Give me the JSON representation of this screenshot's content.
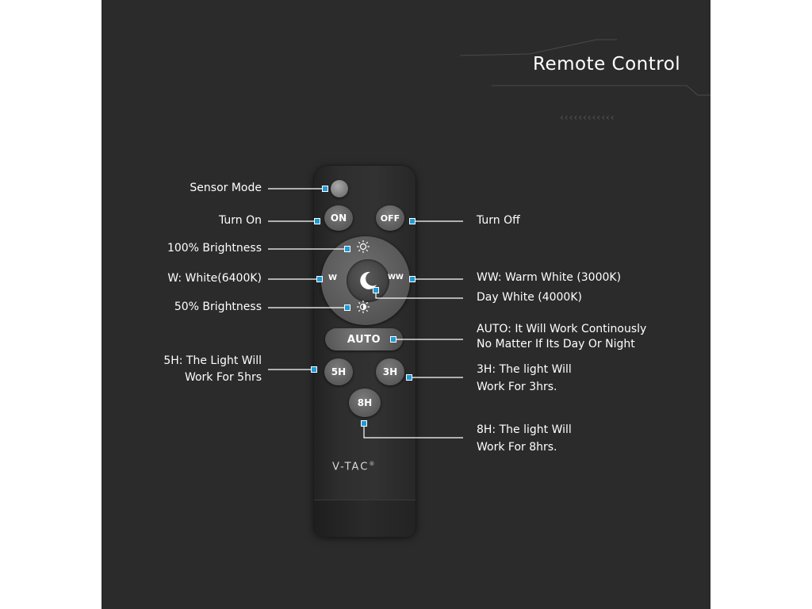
{
  "title": "Remote Control",
  "decoration": {
    "chevrons": "‹‹‹‹‹‹‹‹‹‹‹‹"
  },
  "remote": {
    "buttons": {
      "on": "ON",
      "off": "OFF",
      "w": "W",
      "ww": "WW",
      "auto": "AUTO",
      "h5": "5H",
      "h3": "3H",
      "h8": "8H"
    },
    "icons": {
      "sensor": "sensor-icon",
      "sun_full": "sun-icon",
      "sun_half": "half-sun-icon",
      "moon": "moon-icon"
    },
    "logo": "V-TAC",
    "logo_mark": "®"
  },
  "callouts": {
    "sensor_mode": "Sensor Mode",
    "turn_on": "Turn On",
    "brightness_100": "100% Brightness",
    "white_6400k": "W: White(6400K)",
    "brightness_50": "50% Brightness",
    "h5_line1": "5H: The Light Will",
    "h5_line2": "Work For 5hrs",
    "turn_off": "Turn Off",
    "warm_white": "WW: Warm White (3000K)",
    "day_white": "Day White (4000K)",
    "auto_line1": "AUTO: It Will Work Continously",
    "auto_line2": "No Matter If Its Day Or Night",
    "h3_line1": "3H: The light Will",
    "h3_line2": "Work For 3hrs.",
    "h8_line1": "8H: The light Will",
    "h8_line2": "Work For 8hrs."
  },
  "colors": {
    "background": "#2b2b2b",
    "marker": "#1f9bd6",
    "text": "#ffffff"
  }
}
